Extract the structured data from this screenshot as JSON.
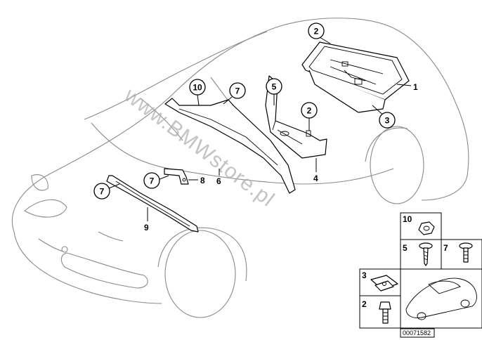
{
  "diagram": {
    "circled_labels": {
      "c1": "2",
      "c2": "3",
      "c3": "10",
      "c4": "7",
      "c5": "5",
      "c6": "2",
      "c7": "7",
      "c8": "7"
    },
    "plain_labels": {
      "p1": "1",
      "p2": "4",
      "p3": "6",
      "p4": "8",
      "p5": "9"
    },
    "legend": {
      "l10": "10",
      "l5": "5",
      "l7": "7",
      "l3": "3",
      "l2": "2"
    },
    "watermark": "www.BMWstore.pl",
    "document_id": "00071582"
  }
}
